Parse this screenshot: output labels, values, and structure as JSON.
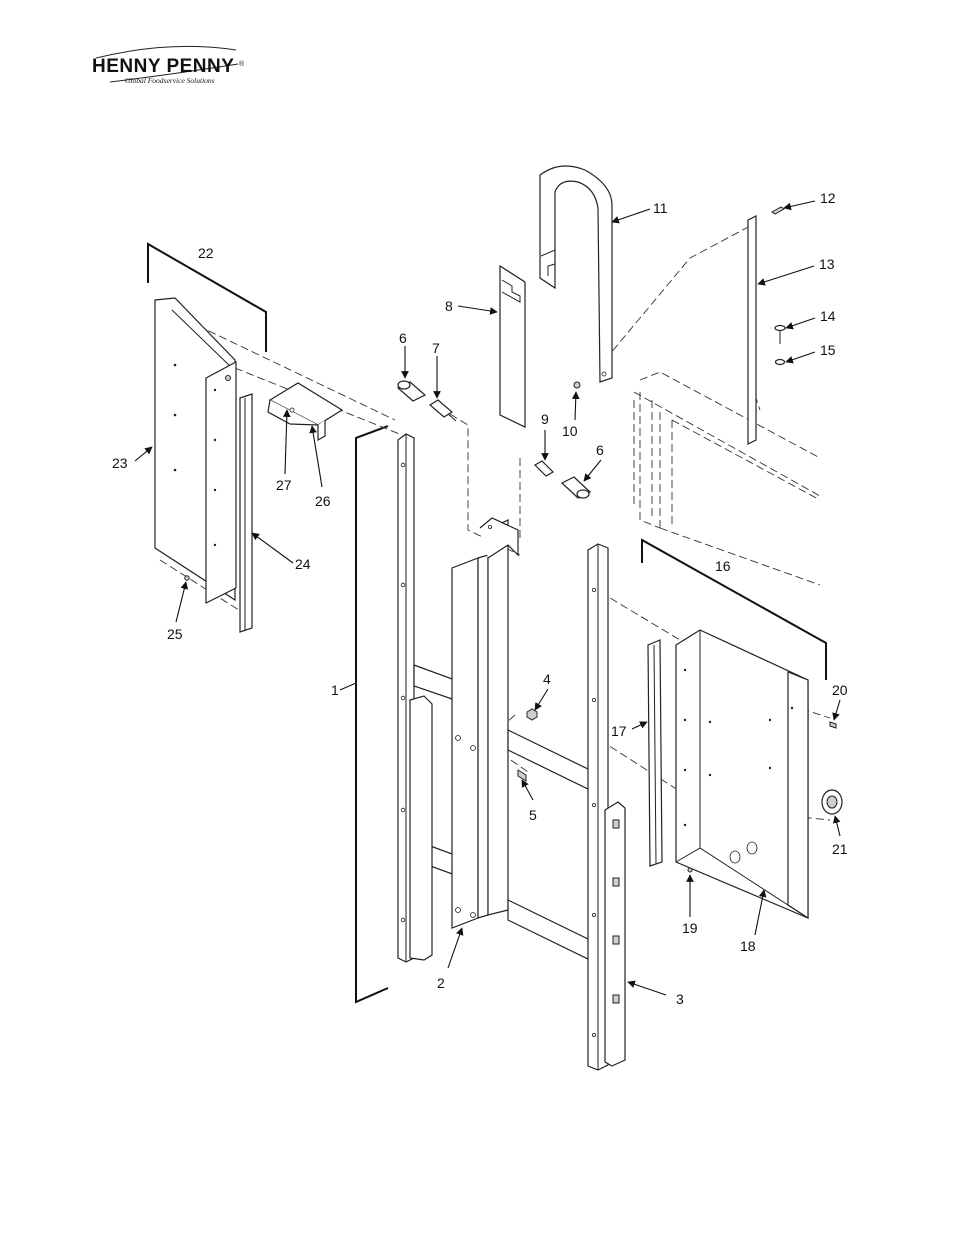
{
  "logo": {
    "name": "HENNY PENNY",
    "registered": "®",
    "tagline": "Global Foodservice Solutions"
  },
  "callouts": [
    {
      "id": "c1",
      "label": "1"
    },
    {
      "id": "c2",
      "label": "2"
    },
    {
      "id": "c3",
      "label": "3"
    },
    {
      "id": "c4",
      "label": "4"
    },
    {
      "id": "c5",
      "label": "5"
    },
    {
      "id": "c6a",
      "label": "6"
    },
    {
      "id": "c6b",
      "label": "6"
    },
    {
      "id": "c7",
      "label": "7"
    },
    {
      "id": "c8",
      "label": "8"
    },
    {
      "id": "c9",
      "label": "9"
    },
    {
      "id": "c10",
      "label": "10"
    },
    {
      "id": "c11",
      "label": "11"
    },
    {
      "id": "c12",
      "label": "12"
    },
    {
      "id": "c13",
      "label": "13"
    },
    {
      "id": "c14",
      "label": "14"
    },
    {
      "id": "c15",
      "label": "15"
    },
    {
      "id": "c16",
      "label": "16"
    },
    {
      "id": "c17",
      "label": "17"
    },
    {
      "id": "c18",
      "label": "18"
    },
    {
      "id": "c19",
      "label": "19"
    },
    {
      "id": "c20",
      "label": "20"
    },
    {
      "id": "c21",
      "label": "21"
    },
    {
      "id": "c22",
      "label": "22"
    },
    {
      "id": "c23",
      "label": "23"
    },
    {
      "id": "c24",
      "label": "24"
    },
    {
      "id": "c25",
      "label": "25"
    },
    {
      "id": "c26",
      "label": "26"
    },
    {
      "id": "c27",
      "label": "27"
    }
  ]
}
